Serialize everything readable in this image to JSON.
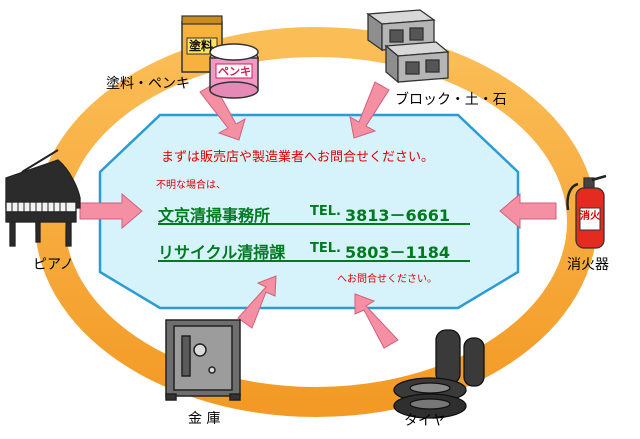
{
  "items": {
    "paint": "塗料・ペンキ",
    "block": "ブロック・土・石",
    "piano": "ピアノ",
    "extinguisher": "消火器",
    "safe": "金 庫",
    "tire": "タイヤ"
  },
  "icon_text": {
    "paint_can_top": "塗料",
    "paint_can_front": "ペンキ",
    "extinguisher_label": "消火"
  },
  "center": {
    "heading": "まずは販売店や製造業者へお問合せください。",
    "unknown": "不明な場合は、",
    "contact1_name": "文京清掃事務所",
    "contact1_tel_label": "TEL.",
    "contact1_tel": "3813－6661",
    "contact2_name": "リサイクル清掃課",
    "contact2_tel_label": "TEL.",
    "contact2_tel": "5803－1184",
    "footer": "へお問合せください。"
  },
  "colors": {
    "ring": "#f7ab3a",
    "panel_fill": "#d6f3fb",
    "panel_stroke": "#2b9bd6",
    "arrow": "#f58fa3",
    "red_text": "#e00000",
    "green_text": "#007a1f"
  }
}
